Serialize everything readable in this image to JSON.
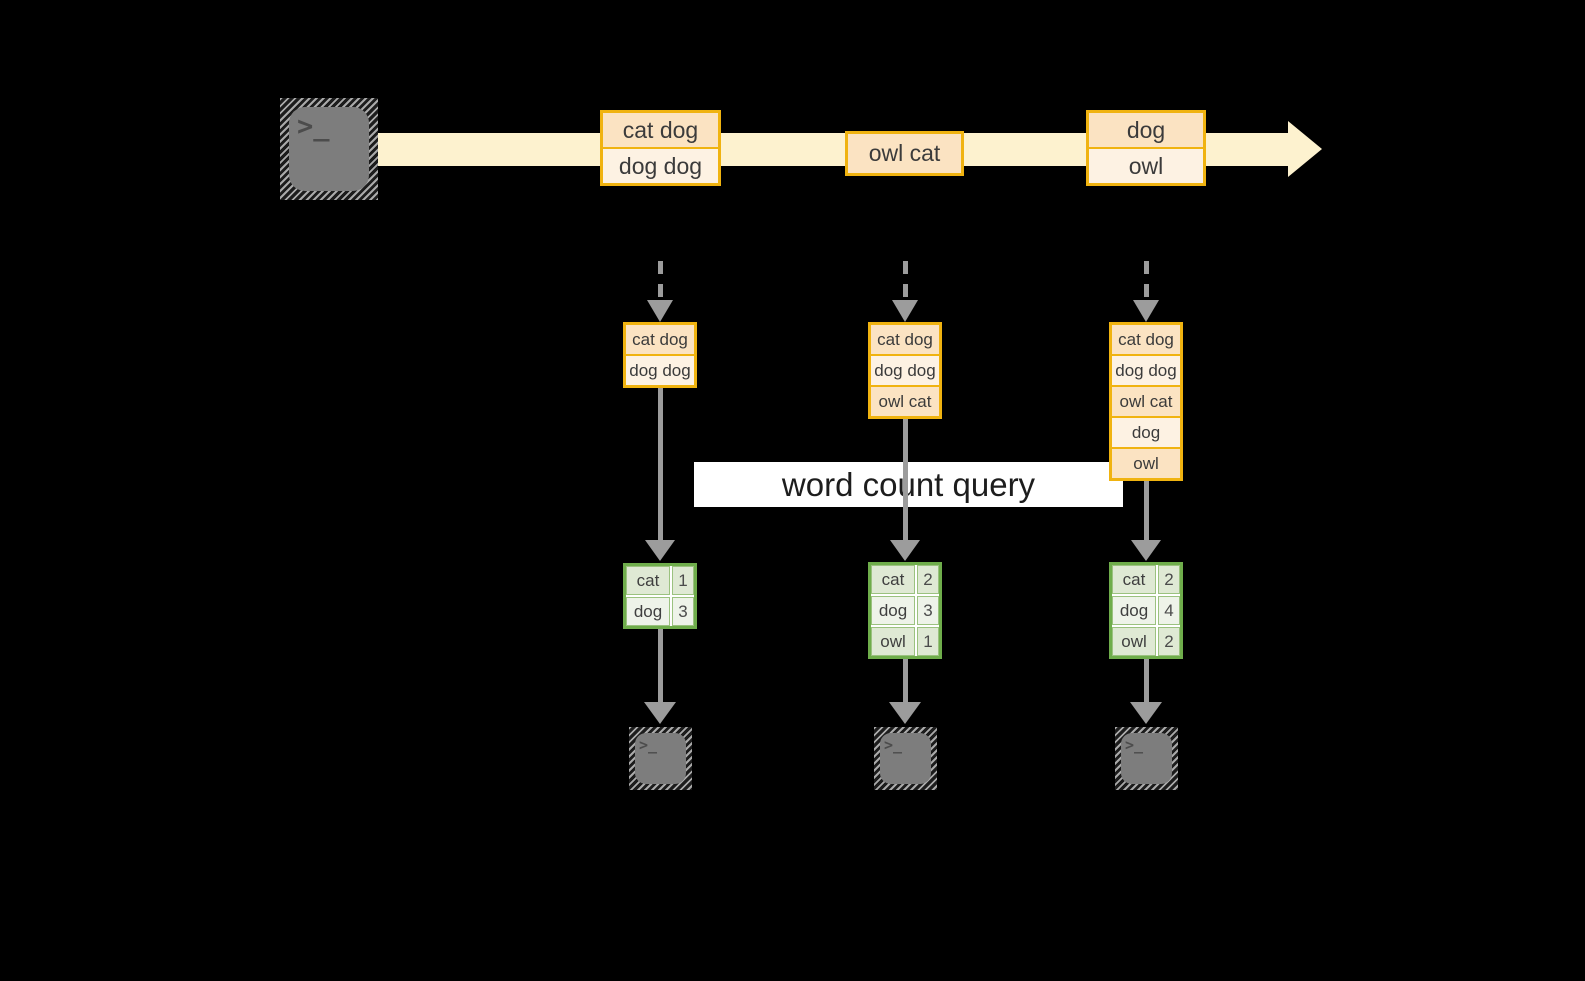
{
  "query": {
    "label": "word count query"
  },
  "icons": {
    "source": "terminal-icon",
    "sink": "terminal-icon",
    "prompt_glyph": ">_"
  },
  "stream": {
    "batches": [
      {
        "messages": [
          "cat dog",
          "dog dog"
        ]
      },
      {
        "messages": [
          "owl cat"
        ]
      },
      {
        "messages": [
          "dog",
          "owl"
        ]
      }
    ]
  },
  "columns": [
    {
      "accumulated_messages": [
        "cat dog",
        "dog dog"
      ],
      "word_counts": [
        {
          "word": "cat",
          "count": "1"
        },
        {
          "word": "dog",
          "count": "3"
        }
      ]
    },
    {
      "accumulated_messages": [
        "cat dog",
        "dog dog",
        "owl cat"
      ],
      "word_counts": [
        {
          "word": "cat",
          "count": "2"
        },
        {
          "word": "dog",
          "count": "3"
        },
        {
          "word": "owl",
          "count": "1"
        }
      ]
    },
    {
      "accumulated_messages": [
        "cat dog",
        "dog dog",
        "owl cat",
        "dog",
        "owl"
      ],
      "word_counts": [
        {
          "word": "cat",
          "count": "2"
        },
        {
          "word": "dog",
          "count": "4"
        },
        {
          "word": "owl",
          "count": "2"
        }
      ]
    }
  ],
  "colors": {
    "background": "#000000",
    "stream_arrow": "#fdf2cf",
    "box_border": "#f0b310",
    "cell_peach": "#fbe3c2",
    "cell_cream": "#fdf2e3",
    "table_border": "#6fad4b",
    "table_cell_green": "#dfe9d4",
    "table_cell_light": "#eef3e9",
    "connector_gray": "#9c9c9c",
    "terminal_gray": "#7d7d7d",
    "query_box_bg": "#ffffff"
  }
}
